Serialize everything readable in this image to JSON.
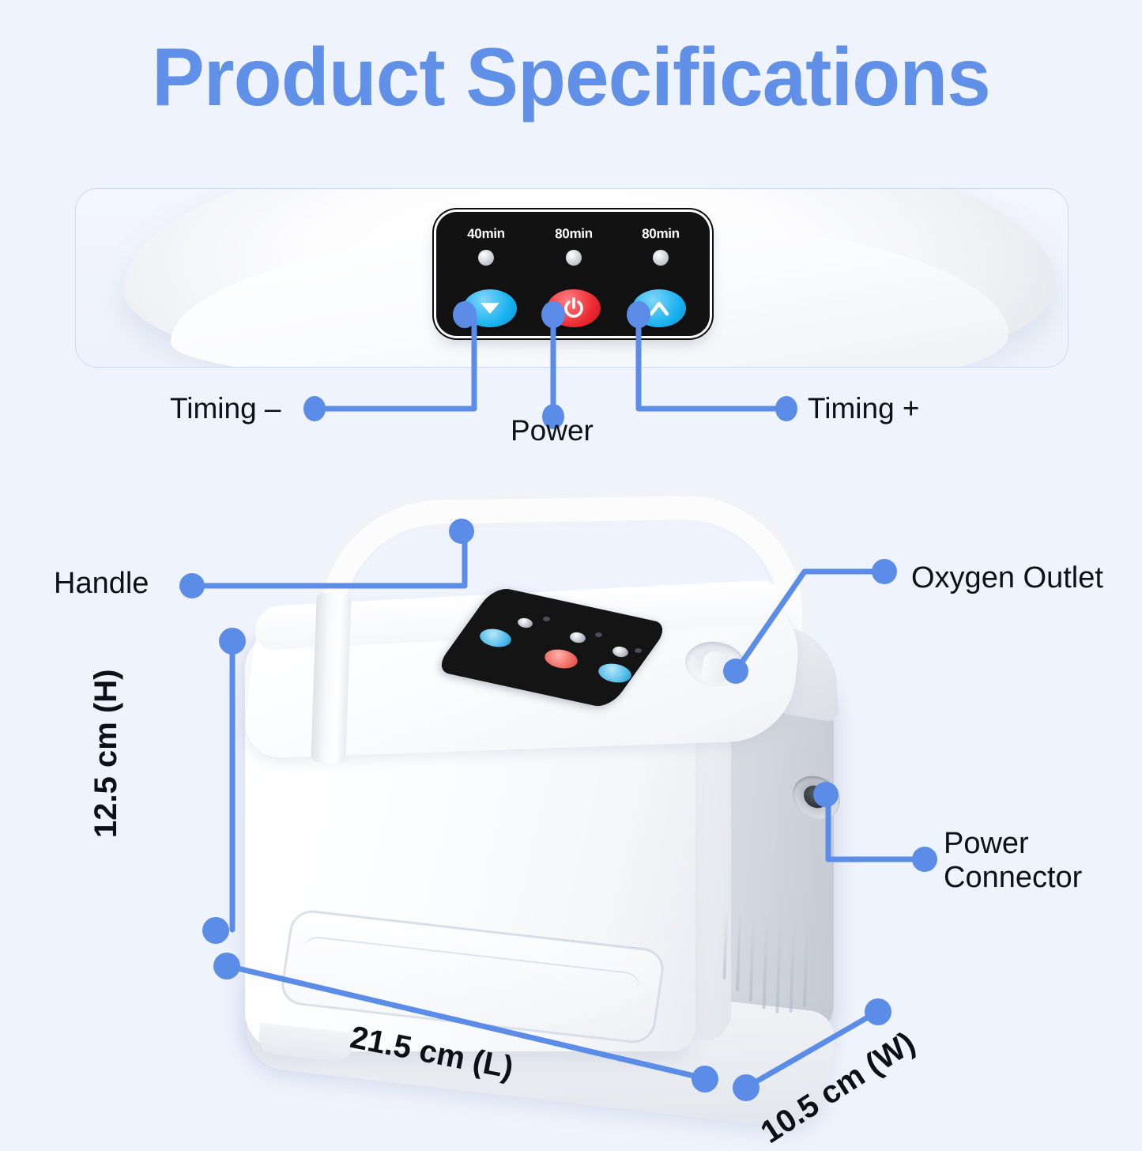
{
  "page": {
    "title": "Product Specifications",
    "background_color": "#eff3fd",
    "accent_color": "#6090e8",
    "title_color": "#6090e8",
    "label_color": "#0d1117"
  },
  "control_panel": {
    "led_labels": [
      "40min",
      "80min",
      "80min"
    ],
    "buttons": [
      {
        "name": "timing-down-button",
        "icon": "triangle-down-icon",
        "color": "#18b1ef"
      },
      {
        "name": "power-button",
        "icon": "power-icon",
        "color": "#ec2b34"
      },
      {
        "name": "timing-up-button",
        "icon": "chevron-up-icon",
        "color": "#18b1ef"
      }
    ]
  },
  "callouts": {
    "timing_minus": "Timing –",
    "power": "Power",
    "timing_plus": "Timing +",
    "handle": "Handle",
    "oxygen_outlet": "Oxygen Outlet",
    "power_connector": "Power Connector"
  },
  "dimensions": {
    "height": "12.5 cm (H)",
    "length": "21.5 cm (L)",
    "width": "10.5 cm (W)"
  }
}
